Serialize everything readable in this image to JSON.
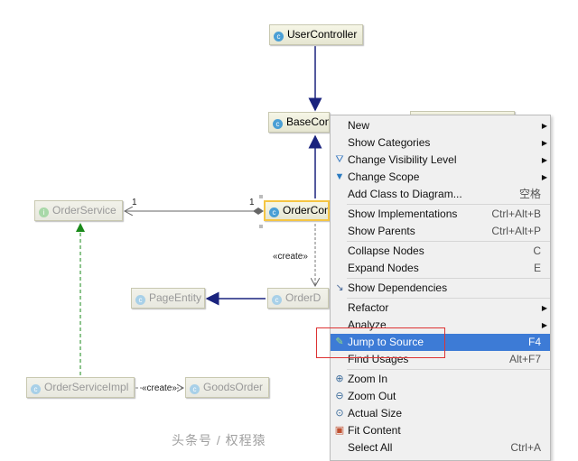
{
  "diagram": {
    "nodes": {
      "user_controller": "UserController",
      "base_controller": "BaseCon",
      "order_controller": "OrderCon",
      "order_service": "OrderService",
      "page_entity": "PageEntity",
      "order_d": "OrderD",
      "order_service_impl": "OrderServiceImpl",
      "goods_order": "GoodsOrder"
    },
    "labels": {
      "mult_left": "1",
      "mult_right": "1",
      "create1": "«create»",
      "create2": "«create»"
    }
  },
  "context_menu": {
    "items": [
      {
        "label": "New",
        "shortcut": "",
        "submenu": true,
        "icon": ""
      },
      {
        "label": "Show Categories",
        "shortcut": "",
        "submenu": true,
        "icon": ""
      },
      {
        "label": "Change Visibility Level",
        "shortcut": "",
        "submenu": true,
        "icon": "visibility-filter-icon"
      },
      {
        "label": "Change Scope",
        "shortcut": "",
        "submenu": true,
        "icon": "funnel-icon"
      },
      {
        "label": "Add Class to Diagram...",
        "shortcut": "空格",
        "submenu": false,
        "icon": ""
      },
      {
        "label": "Show Implementations",
        "shortcut": "Ctrl+Alt+B",
        "submenu": false,
        "icon": ""
      },
      {
        "label": "Show Parents",
        "shortcut": "Ctrl+Alt+P",
        "submenu": false,
        "icon": ""
      },
      {
        "label": "Collapse Nodes",
        "shortcut": "C",
        "submenu": false,
        "icon": ""
      },
      {
        "label": "Expand Nodes",
        "shortcut": "E",
        "submenu": false,
        "icon": ""
      },
      {
        "label": "Show Dependencies",
        "shortcut": "",
        "submenu": false,
        "icon": "dependencies-icon"
      },
      {
        "label": "Refactor",
        "shortcut": "",
        "submenu": true,
        "icon": ""
      },
      {
        "label": "Analyze",
        "shortcut": "",
        "submenu": true,
        "icon": ""
      },
      {
        "label": "Jump to Source",
        "shortcut": "F4",
        "submenu": false,
        "icon": "edit-source-icon",
        "highlighted": true
      },
      {
        "label": "Find Usages",
        "shortcut": "Alt+F7",
        "submenu": false,
        "icon": ""
      },
      {
        "label": "Zoom In",
        "shortcut": "",
        "submenu": false,
        "icon": "zoom-in-icon"
      },
      {
        "label": "Zoom Out",
        "shortcut": "",
        "submenu": false,
        "icon": "zoom-out-icon"
      },
      {
        "label": "Actual Size",
        "shortcut": "",
        "submenu": false,
        "icon": "actual-size-icon"
      },
      {
        "label": "Fit Content",
        "shortcut": "",
        "submenu": false,
        "icon": "fit-content-icon"
      },
      {
        "label": "Select All",
        "shortcut": "Ctrl+A",
        "submenu": false,
        "icon": ""
      }
    ]
  },
  "watermark": "头条号 / 权程猿",
  "colors": {
    "highlight": "#3d7bd6",
    "selection_border": "#f5c542",
    "arrow_blue": "#1a237e",
    "arrow_green": "#1a8a1a",
    "callout": "#dd3333"
  }
}
